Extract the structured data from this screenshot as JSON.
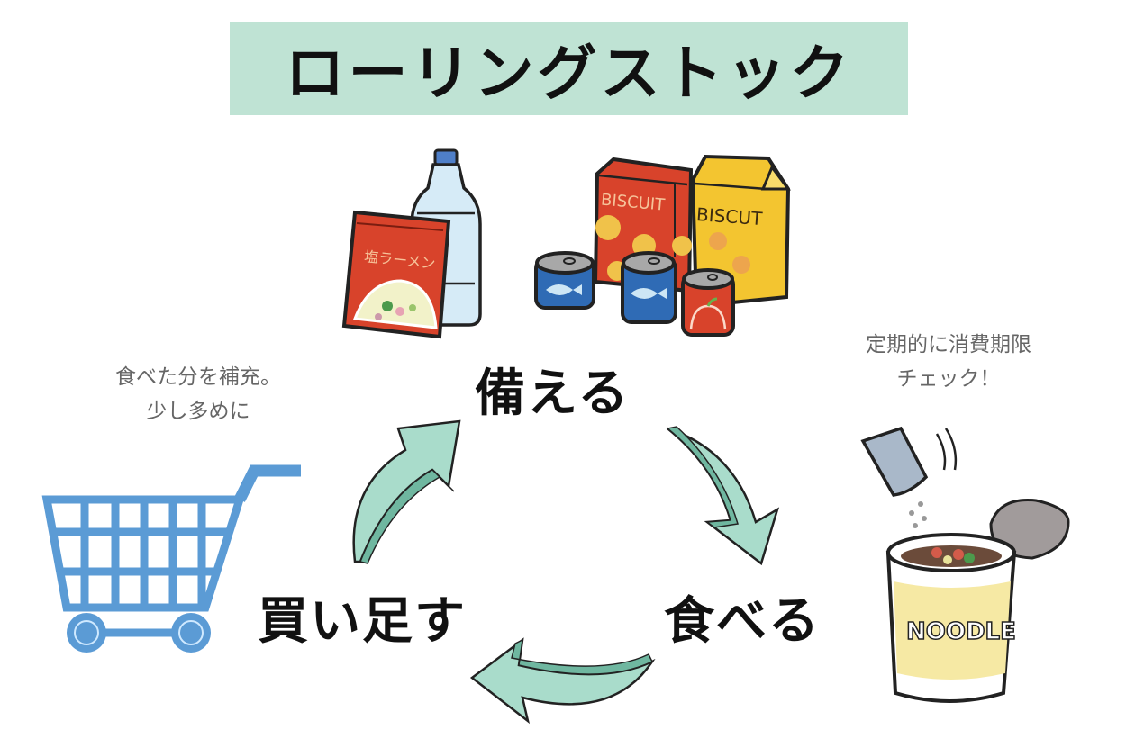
{
  "title": "ローリングストック",
  "steps": {
    "prepare": "備える",
    "eat": "食べる",
    "restock": "買い足す"
  },
  "notes": {
    "restock_note": [
      "食べた分を補充。",
      "少し多めに"
    ],
    "check_note": [
      "定期的に消費期限",
      "チェック！"
    ]
  },
  "product_labels": {
    "ramen": "塩ラーメン",
    "biscuit_red": "BISCUIT",
    "biscuit_yellow": "BISCUT",
    "noodle": "NOODLE"
  },
  "icons": [
    "water-bottle-icon",
    "ramen-pack-icon",
    "biscuit-box-icon",
    "canned-food-icon",
    "shopping-cart-icon",
    "cup-noodle-icon",
    "cycle-arrow-icon"
  ],
  "colors": {
    "banner": "#bfe3d4",
    "arrow_fill": "#a9dccb",
    "cart": "#5b9bd5",
    "note_text": "#666666",
    "label_text": "#111111"
  }
}
